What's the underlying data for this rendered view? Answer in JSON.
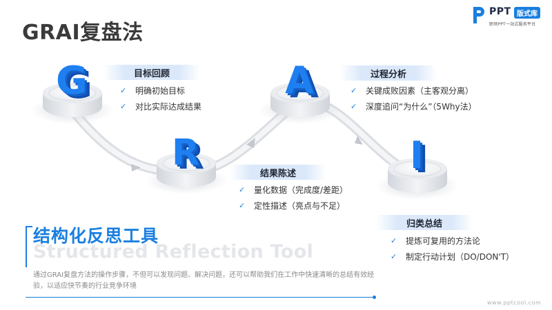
{
  "title": "GRAI复盘法",
  "logo": {
    "ppt": "PPT",
    "badge": "版式库",
    "sub": "职场PPT一站式服务平台"
  },
  "steps": [
    {
      "letter": "G",
      "label": "目标回顾",
      "items": [
        "明确初始目标",
        "对比实际达成结果"
      ]
    },
    {
      "letter": "R",
      "label": "结果陈述",
      "items": [
        "量化数据（完成度/差距）",
        "定性描述（亮点与不足）"
      ]
    },
    {
      "letter": "A",
      "label": "过程分析",
      "items": [
        "关键成败因素（主客观分离）",
        "深度追问“为什么”（5Why法）"
      ]
    },
    {
      "letter": "I",
      "label": "归类总结",
      "items": [
        "提炼可复用的方法论",
        "制定行动计划（DO/DON'T）"
      ]
    }
  ],
  "check_symbol": "✓",
  "heading_cn": "结构化反思工具",
  "heading_en": "Structured Reflection Tool",
  "description": "通过GRAI复盘方法的操作步骤，不但可以发现问题、解决问题，还可以帮助我们在工作中快速清晰的总结有效经验，以适应快节奏的行业竞争环境",
  "website": "www.pptcool.com",
  "colors": {
    "accent": "#1a7fe0",
    "letter_front": "#1e7ff0",
    "letter_side": "#0f4fb0"
  }
}
